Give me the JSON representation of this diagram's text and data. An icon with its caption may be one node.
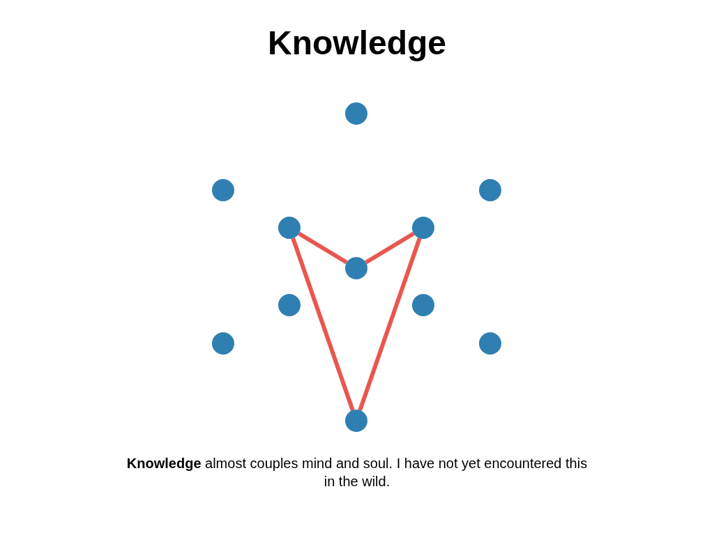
{
  "diagram": {
    "title": "Knowledge",
    "nodes": [
      {
        "text": [],
        "shape": "circle"
      },
      {
        "text": [],
        "shape": "circle"
      },
      {
        "text": [],
        "shape": "circle"
      },
      {
        "text": [],
        "shape": "circle"
      },
      {
        "text": [],
        "shape": "circle"
      },
      {
        "text": [],
        "shape": "circle"
      },
      {
        "text": [],
        "shape": "circle"
      },
      {
        "text": [],
        "shape": "circle"
      },
      {
        "text": [],
        "shape": "circle"
      },
      {
        "text": [],
        "shape": "circle"
      },
      {
        "text": [],
        "shape": "circle"
      }
    ],
    "edges": [
      {
        "from": 3,
        "to": 5,
        "arrow": "none"
      },
      {
        "from": 5,
        "to": 4,
        "arrow": "none"
      },
      {
        "from": 4,
        "to": 10,
        "arrow": "none"
      },
      {
        "from": 10,
        "to": 3,
        "arrow": "none"
      }
    ],
    "caption": "**Knowledge** almost couples mind and soul. I have not yet encountered this in the wild."
  }
}
